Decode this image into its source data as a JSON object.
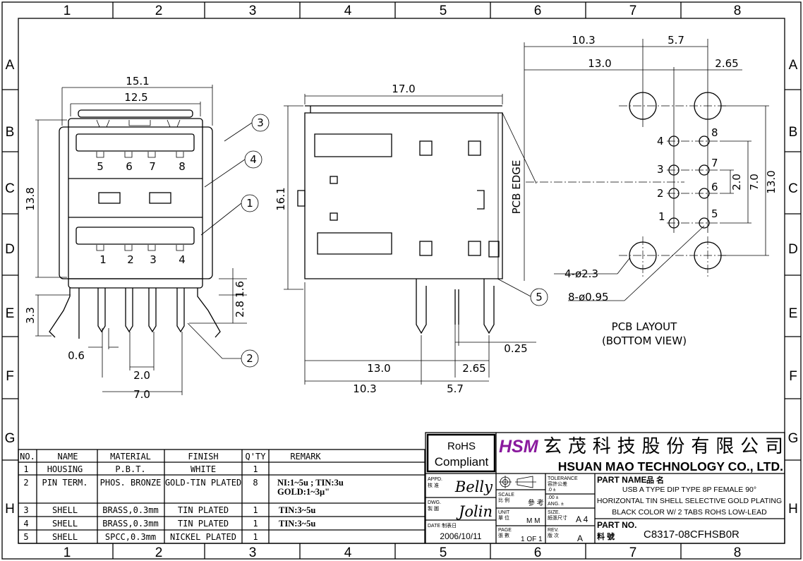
{
  "zones": {
    "columns": [
      "1",
      "2",
      "3",
      "4",
      "5",
      "6",
      "7",
      "8"
    ],
    "rows": [
      "A",
      "B",
      "C",
      "D",
      "E",
      "F",
      "G",
      "H"
    ]
  },
  "front_view": {
    "dims": [
      "15.1",
      "12.5",
      "13.8",
      "16.1",
      "1.6",
      "2.8",
      "3.3",
      "0.6",
      "2.0",
      "7.0"
    ],
    "pin_labels_top": [
      "5",
      "6",
      "7",
      "8"
    ],
    "pin_labels_bottom": [
      "1",
      "2",
      "3",
      "4"
    ],
    "balloons": [
      "3",
      "4",
      "1",
      "2"
    ]
  },
  "side_view": {
    "dims": [
      "17.0",
      "13.0",
      "2.65",
      "10.3",
      "5.7",
      "0.25"
    ],
    "pcb_edge_label": "PCB EDGE",
    "balloon": "5"
  },
  "pcb_layout": {
    "dims": [
      "10.3",
      "5.7",
      "13.0",
      "2.65",
      "2.0",
      "7.0",
      "13.0"
    ],
    "pin_labels": [
      "1",
      "2",
      "3",
      "4",
      "5",
      "6",
      "7",
      "8"
    ],
    "callouts": [
      "4-ø2.3",
      "8-ø0.95"
    ],
    "title": "PCB LAYOUT",
    "subtitle": "(BOTTOM VIEW)"
  },
  "bom": {
    "headers": [
      "NO.",
      "NAME",
      "MATERIAL",
      "FINISH",
      "Q'TY",
      "REMARK"
    ],
    "rows": [
      {
        "no": "1",
        "name": "HOUSING",
        "material": "P.B.T.",
        "finish": "WHITE",
        "qty": "1",
        "remark": "",
        "remark2": ""
      },
      {
        "no": "2",
        "name": "PIN TERM.",
        "material": "PHOS. BRONZE",
        "finish": "GOLD-TIN PLATED",
        "qty": "8",
        "remark": "NI:1~5u ; TIN:3u",
        "remark2": "GOLD:1~3µ\""
      },
      {
        "no": "3",
        "name": "SHELL",
        "material": "BRASS,0.3mm",
        "finish": "TIN PLATED",
        "qty": "1",
        "remark": "TIN:3~5u",
        "remark2": ""
      },
      {
        "no": "4",
        "name": "SHELL",
        "material": "BRASS,0.3mm",
        "finish": "TIN PLATED",
        "qty": "1",
        "remark": "TIN:3~5u",
        "remark2": ""
      },
      {
        "no": "5",
        "name": "SHELL",
        "material": "SPCC,0.3mm",
        "finish": "NICKEL PLATED",
        "qty": "1",
        "remark": "",
        "remark2": ""
      }
    ]
  },
  "title_block": {
    "rohs_line1": "RoHS",
    "rohs_line2": "Compliant",
    "logo": "HSM",
    "company_cn": "玄茂科技股份有限公司",
    "company_en": "HSUAN MAO TECHNOLOGY CO., LTD.",
    "appd_label": "APPD.",
    "appd_label_cn": "核 准",
    "appd_name": "Belly",
    "dwg_label": "DWG.",
    "dwg_label_cn": "製 圖",
    "dwg_name": "Jolin",
    "date_label": "DATE 制表日",
    "date_value": "2006/10/11",
    "scale_label": "SCALE",
    "scale_label_cn": "比 例",
    "scale_value": "參 考",
    "unit_label": "UNIT",
    "unit_label_cn": "單 位",
    "unit_value": "M M",
    "page_label": "PAGE",
    "page_label_cn": "張 數",
    "page_value": "1 OF 1",
    "tolerance_label": "TOLERANCE",
    "tolerance_label_cn": "容許公差",
    "tolerance_rows": [
      ".0   ±",
      ".00  ±",
      "ANG.  ±"
    ],
    "size_label": "SIZE.",
    "size_label_cn": "紙張尺寸",
    "size_value": "A 4",
    "rev_label": "REV.",
    "rev_label_cn": "版 次",
    "rev_value": "A",
    "part_name_label": "PART NAME",
    "part_name_label_cn": "品 名",
    "part_name_lines": [
      "USB A TYPE DIP TYPE 8P FEMALE 90°",
      "HORIZONTAL TIN SHELL SELECTIVE GOLD PLATING",
      "BLACK COLOR W/ 2 TABS ROHS LOW-LEAD"
    ],
    "part_no_label": "PART NO.",
    "part_no_label_cn": "料 號",
    "part_no_value": "C8317-08CFHSB0R"
  },
  "colors": {
    "logo": "#8a1a9e",
    "line": "#000000"
  }
}
